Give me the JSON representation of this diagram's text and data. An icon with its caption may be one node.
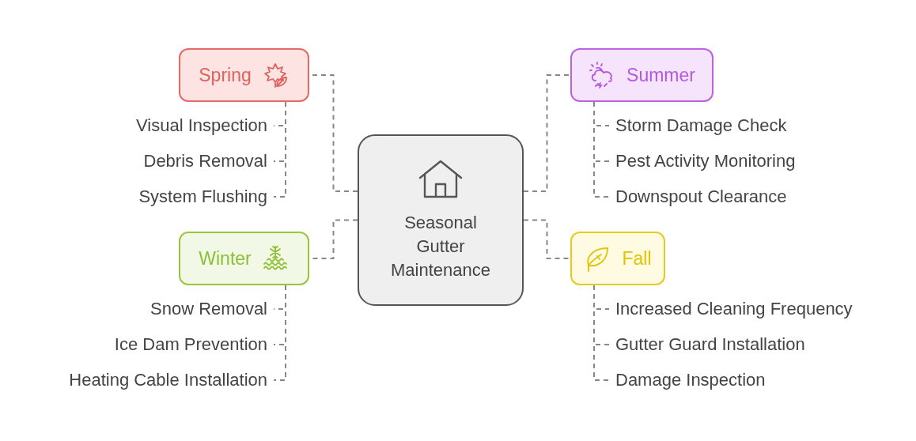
{
  "diagram": {
    "nodes": [
      {
        "text": [
          "Seasonal Gutter Maintenance"
        ]
      },
      {
        "text": [
          "Spring"
        ]
      },
      {
        "text": [
          "Visual Inspection"
        ]
      },
      {
        "text": [
          "Debris Removal"
        ]
      },
      {
        "text": [
          "System Flushing"
        ]
      },
      {
        "text": [
          "Summer"
        ]
      },
      {
        "text": [
          "Storm Damage Check"
        ]
      },
      {
        "text": [
          "Pest Activity Monitoring"
        ]
      },
      {
        "text": [
          "Downspout Clearance"
        ]
      },
      {
        "text": [
          "Winter"
        ]
      },
      {
        "text": [
          "Snow Removal"
        ]
      },
      {
        "text": [
          "Ice Dam Prevention"
        ]
      },
      {
        "text": [
          "Heating Cable Installation"
        ]
      },
      {
        "text": [
          "Fall"
        ]
      },
      {
        "text": [
          "Increased Cleaning Frequency"
        ]
      },
      {
        "text": [
          "Gutter Guard Installation"
        ]
      },
      {
        "text": [
          "Damage Inspection"
        ]
      }
    ],
    "edges": [
      {
        "from": 0,
        "to": 1,
        "arrow": "none",
        "style": "dashed"
      },
      {
        "from": 0,
        "to": 5,
        "arrow": "none",
        "style": "dashed"
      },
      {
        "from": 0,
        "to": 9,
        "arrow": "none",
        "style": "dashed"
      },
      {
        "from": 0,
        "to": 13,
        "arrow": "none",
        "style": "dashed"
      },
      {
        "from": 1,
        "to": 2,
        "arrow": "none",
        "style": "dashed"
      },
      {
        "from": 1,
        "to": 3,
        "arrow": "none",
        "style": "dashed"
      },
      {
        "from": 1,
        "to": 4,
        "arrow": "none",
        "style": "dashed"
      },
      {
        "from": 5,
        "to": 6,
        "arrow": "none",
        "style": "dashed"
      },
      {
        "from": 5,
        "to": 7,
        "arrow": "none",
        "style": "dashed"
      },
      {
        "from": 5,
        "to": 8,
        "arrow": "none",
        "style": "dashed"
      },
      {
        "from": 9,
        "to": 10,
        "arrow": "none",
        "style": "dashed"
      },
      {
        "from": 9,
        "to": 11,
        "arrow": "none",
        "style": "dashed"
      },
      {
        "from": 9,
        "to": 12,
        "arrow": "none",
        "style": "dashed"
      },
      {
        "from": 13,
        "to": 14,
        "arrow": "none",
        "style": "dashed"
      },
      {
        "from": 13,
        "to": 15,
        "arrow": "none",
        "style": "dashed"
      },
      {
        "from": 13,
        "to": 16,
        "arrow": "none",
        "style": "dashed"
      }
    ]
  }
}
